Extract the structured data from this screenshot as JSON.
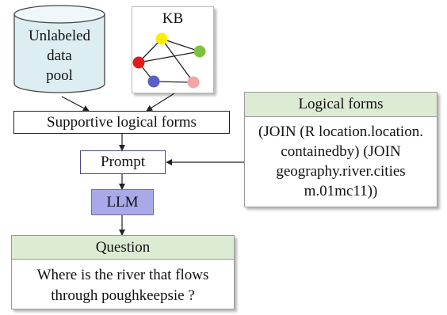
{
  "pool": {
    "lines": [
      "Unlabeled",
      "data",
      "pool"
    ]
  },
  "kb": {
    "title": "KB",
    "node_colors": [
      "#ffee00",
      "#7dc242",
      "#e31b1b",
      "#5a5fc4",
      "#f4a5a5"
    ]
  },
  "supportive": {
    "label": "Supportive logical forms"
  },
  "prompt": {
    "label": "Prompt"
  },
  "llm": {
    "label": "LLM",
    "fill": "#a9a8e8"
  },
  "logical_forms": {
    "header": "Logical forms",
    "header_fill": "#dcebd3",
    "lines": [
      "(JOIN (R location.location.",
      "containedby) (JOIN",
      "geography.river.cities",
      "m.01mc11))"
    ]
  },
  "question": {
    "header": "Question",
    "header_fill": "#dcebd3",
    "lines": [
      "Where is the river that flows",
      "through poughkeepsie ?"
    ]
  }
}
